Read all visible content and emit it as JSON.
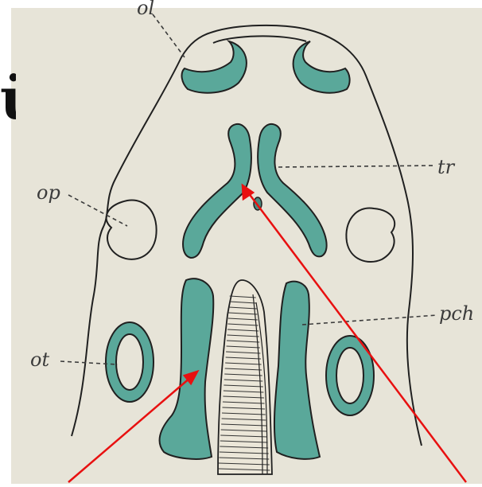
{
  "labels": {
    "ol": "ol",
    "op": "op",
    "tr": "tr",
    "pch": "pch",
    "ot": "ot"
  },
  "edge_glyph": "ü",
  "colors": {
    "paper": "#e7e4d8",
    "cartilage": "#5aa89a",
    "outline": "#202020",
    "arrow": "#e81010"
  }
}
